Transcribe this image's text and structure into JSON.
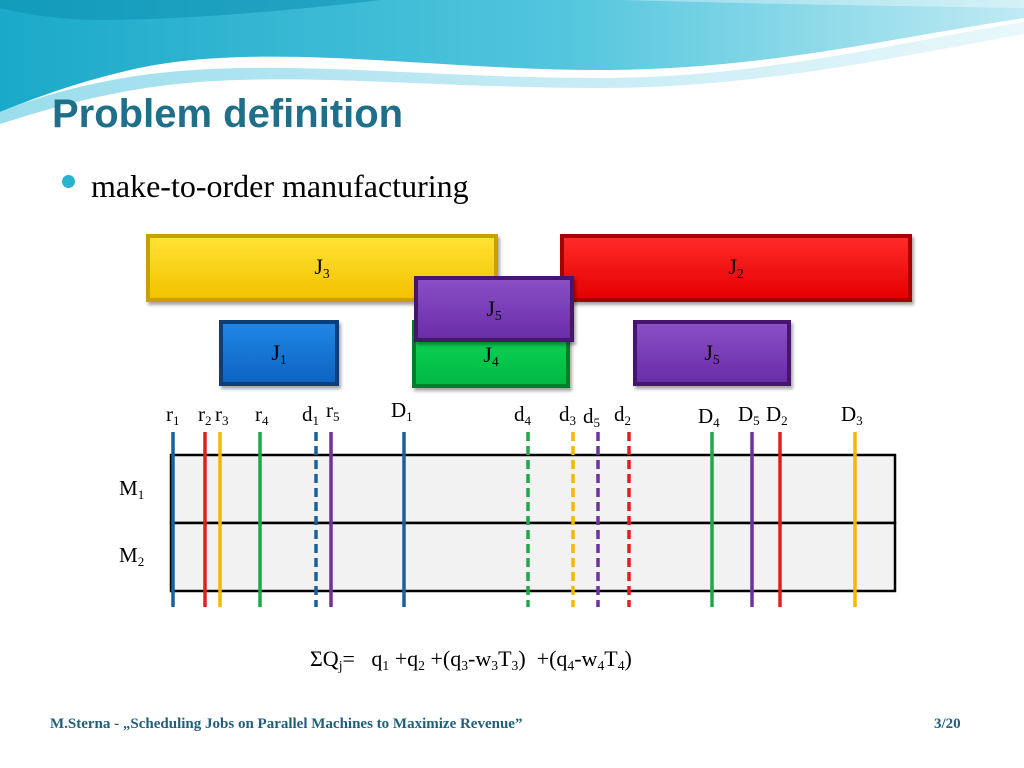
{
  "slide": {
    "title": "Problem definition",
    "bullet": "make-to-order manufacturing"
  },
  "jobs": [
    {
      "id": "job-j3",
      "letter": "J",
      "sub": "3",
      "color": "yellow"
    },
    {
      "id": "job-j2",
      "letter": "J",
      "sub": "2",
      "color": "red"
    },
    {
      "id": "job-j5-top",
      "letter": "J",
      "sub": "5",
      "color": "purple"
    },
    {
      "id": "job-j1",
      "letter": "J",
      "sub": "1",
      "color": "blue"
    },
    {
      "id": "job-j4",
      "letter": "J",
      "sub": "4",
      "color": "green"
    },
    {
      "id": "job-j5-bottom",
      "letter": "J",
      "sub": "5",
      "color": "purple"
    }
  ],
  "markers": [
    {
      "letter": "r",
      "sub": "1",
      "color": "#1f5f99",
      "style": "solid"
    },
    {
      "letter": "r",
      "sub": "2",
      "color": "#e02020",
      "style": "solid"
    },
    {
      "letter": "r",
      "sub": "3",
      "color": "#f5b800",
      "style": "solid"
    },
    {
      "letter": "r",
      "sub": "4",
      "color": "#1fa84a",
      "style": "solid"
    },
    {
      "letter": "d",
      "sub": "1",
      "color": "#1f5f99",
      "style": "dashed"
    },
    {
      "letter": "r",
      "sub": "5",
      "color": "#7030a0",
      "style": "solid"
    },
    {
      "letter": "D",
      "sub": "1",
      "color": "#1f5f99",
      "style": "solid"
    },
    {
      "letter": "d",
      "sub": "4",
      "color": "#1fa84a",
      "style": "dashed"
    },
    {
      "letter": "d",
      "sub": "3",
      "color": "#f5b800",
      "style": "dashed"
    },
    {
      "letter": "d",
      "sub": "5",
      "color": "#7030a0",
      "style": "dashed"
    },
    {
      "letter": "d",
      "sub": "2",
      "color": "#e02020",
      "style": "dashed"
    },
    {
      "letter": "D",
      "sub": "4",
      "color": "#1fa84a",
      "style": "solid"
    },
    {
      "letter": "D",
      "sub": "5",
      "color": "#7030a0",
      "style": "solid"
    },
    {
      "letter": "D",
      "sub": "2",
      "color": "#e02020",
      "style": "solid"
    },
    {
      "letter": "D",
      "sub": "3",
      "color": "#f5b800",
      "style": "solid"
    }
  ],
  "machines": [
    {
      "letter": "M",
      "sub": "1"
    },
    {
      "letter": "M",
      "sub": "2"
    }
  ],
  "formula": {
    "lhs": "ΣQ",
    "lhs_sub": "j",
    "eq": "=",
    "q": "q",
    "s1": "1",
    "s2": "2",
    "s3": "3",
    "s4": "4",
    "w": "w",
    "t": "T",
    "plus": "+",
    "minus": "-",
    "open": "(",
    "close": ")"
  },
  "footer": {
    "left": "M.Sterna - „Scheduling Jobs on Parallel Machines to Maximize Revenue”",
    "right": "3/20"
  },
  "colors": {
    "title": "#1f6f8b",
    "bullet": "#29b3cf",
    "lane_fill": "#f2f2f2"
  }
}
